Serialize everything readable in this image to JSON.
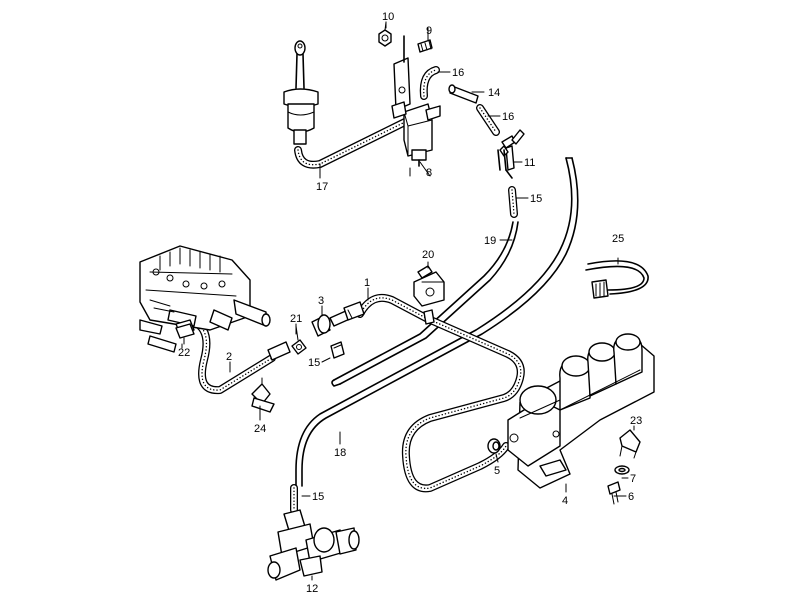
{
  "diagram": {
    "labels": {
      "p1": "1",
      "p2": "2",
      "p3": "3",
      "p4": "4",
      "p5": "5",
      "p6": "6",
      "p7": "7",
      "p8": "8",
      "p9": "9",
      "p10": "10",
      "p11": "11",
      "p12": "12",
      "p14": "14",
      "p15a": "15",
      "p15b": "15",
      "p15c": "15",
      "p16a": "16",
      "p16b": "16",
      "p17": "17",
      "p18": "18",
      "p19": "19",
      "p20": "20",
      "p21": "21",
      "p22": "22",
      "p23": "23",
      "p24": "24",
      "p25": "25"
    }
  }
}
